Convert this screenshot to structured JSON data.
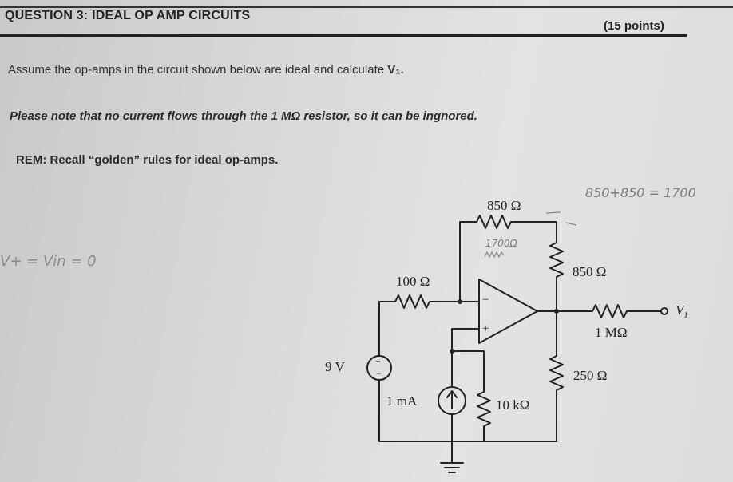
{
  "header": {
    "title": "QUESTION 3:  IDEAL OP AMP CIRCUITS",
    "points": "(15 points)"
  },
  "body": {
    "assume_prefix": "Assume the op-amps in the circuit shown below are ideal and calculate ",
    "assume_bold": "V₁.",
    "note": "Please note that no current flows through the 1 MΩ resistor, so it can be ingnored.",
    "rem": "REM:  Recall “golden” rules for ideal op-amps."
  },
  "circuit": {
    "r_top": "850 Ω",
    "r_mid": "100 Ω",
    "r_right_top": "850 Ω",
    "r_series": "1 MΩ",
    "r_right_bottom": "250 Ω",
    "r_bottom": "10 kΩ",
    "voltage_source": "9 V",
    "current_source": "1 mA",
    "output_label": "V",
    "output_sub": "1",
    "inverting": "−",
    "noninverting": "+",
    "vs_plus": "+",
    "vs_minus": "−"
  },
  "handwriting": {
    "sum": "850+850 = 1700",
    "r_eq": "1700Ω",
    "vplus": "V+ = Vin = 0"
  }
}
